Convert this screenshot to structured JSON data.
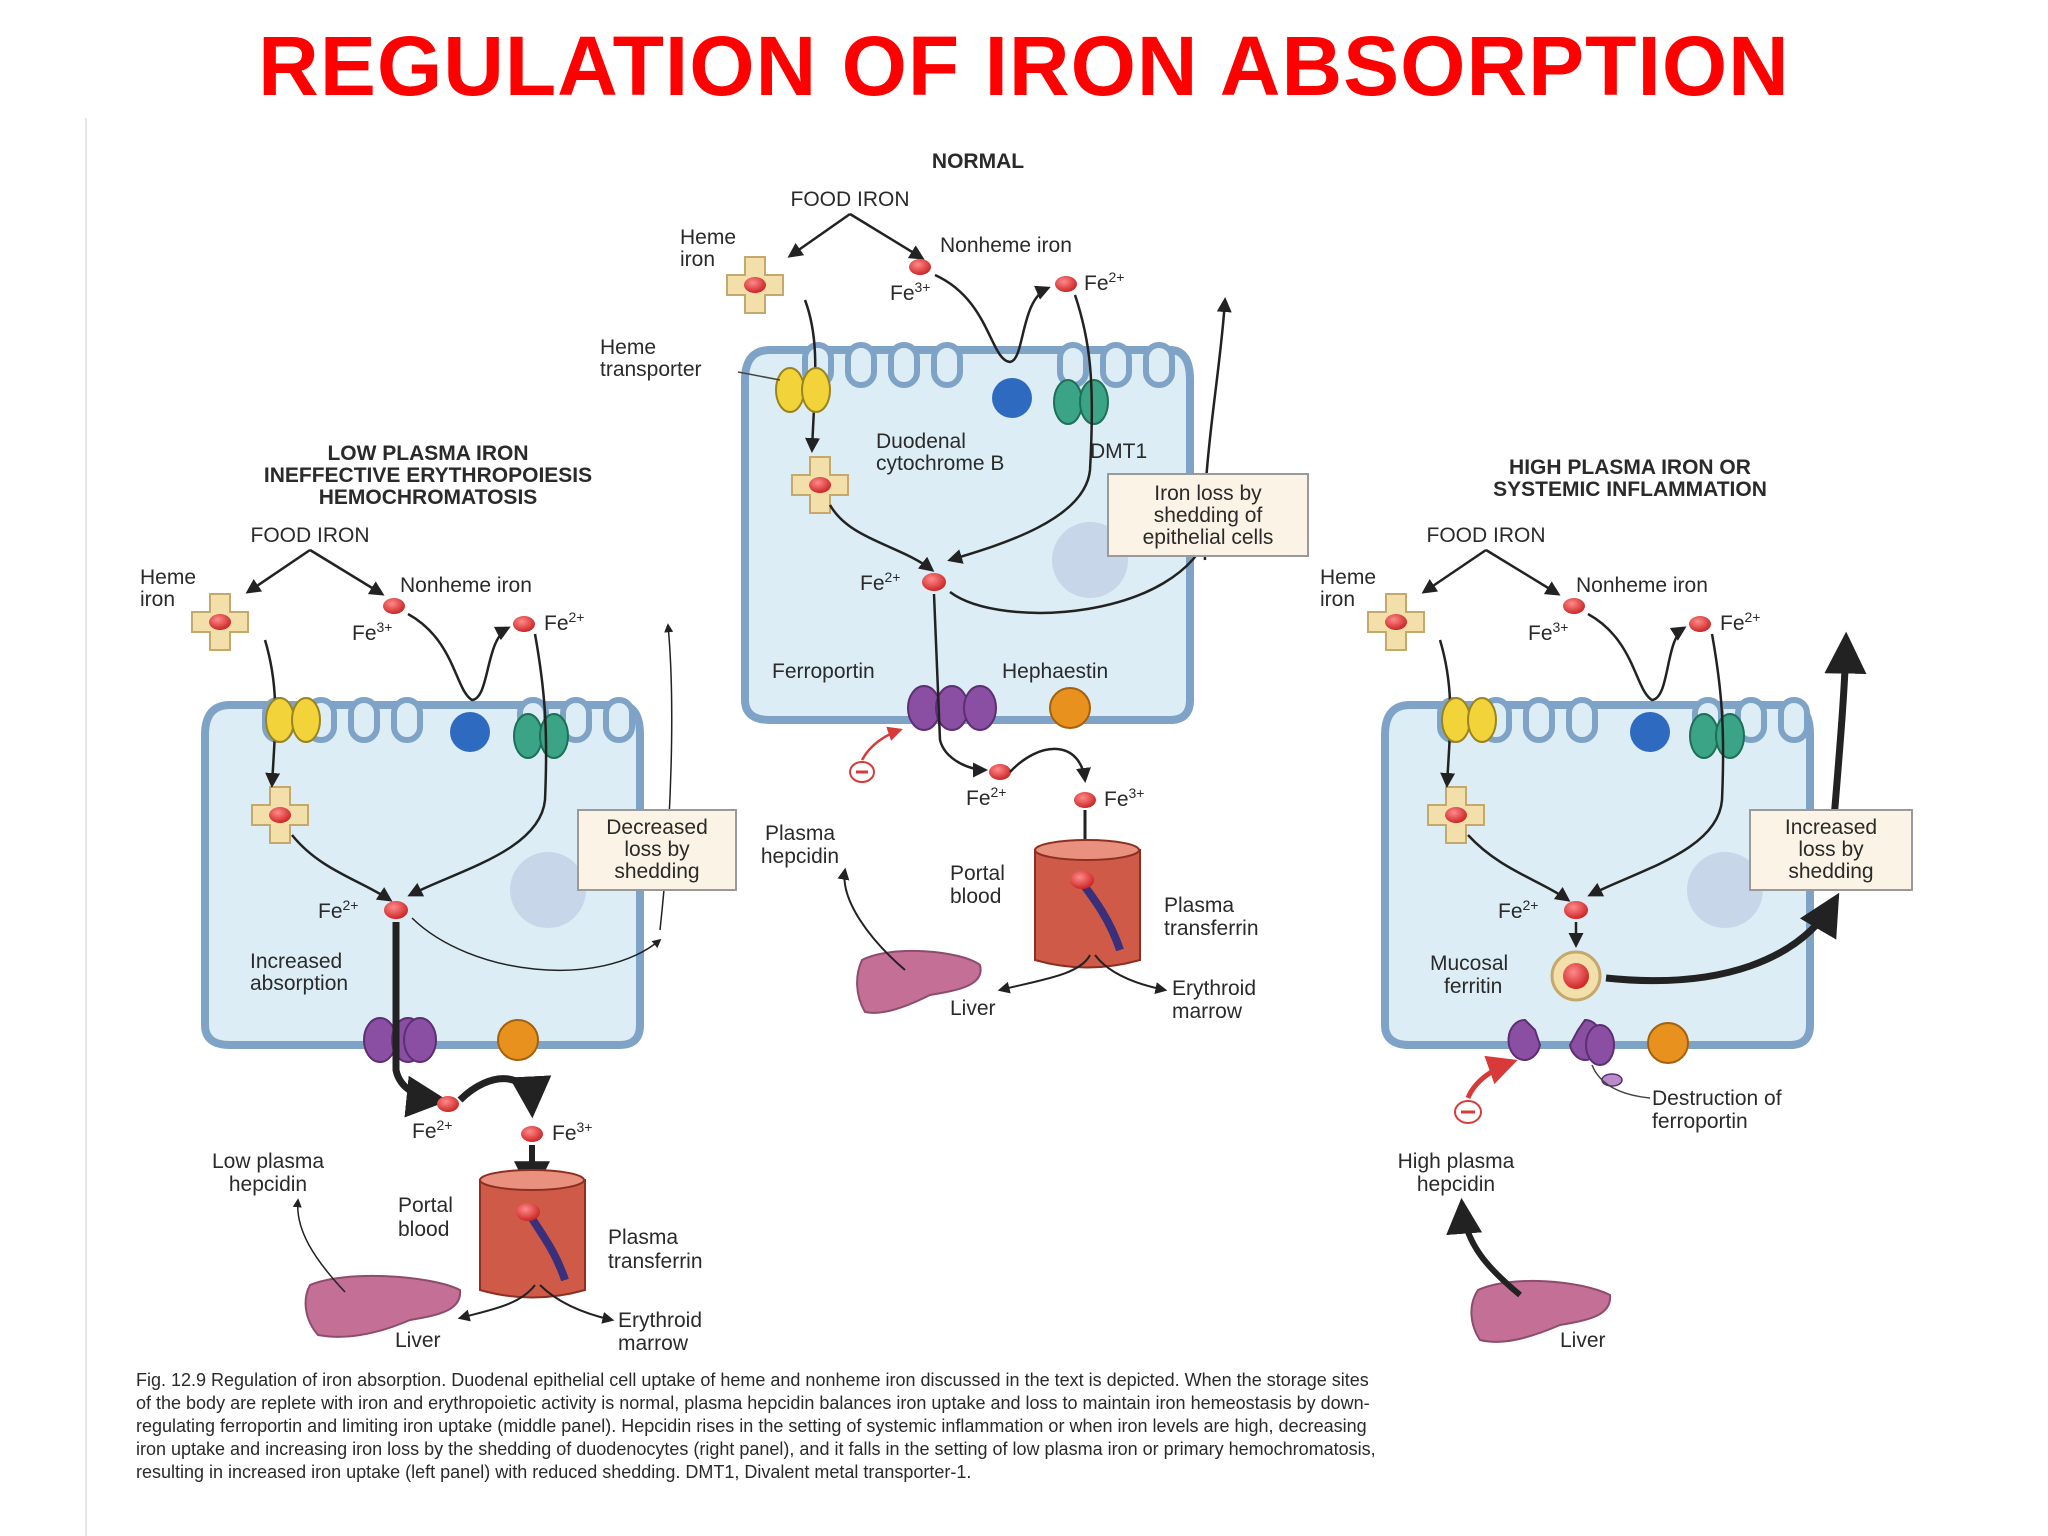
{
  "title": "REGULATION OF IRON ABSORPTION",
  "normal": {
    "heading": "NORMAL",
    "food_iron": "FOOD IRON",
    "heme_iron": [
      "Heme",
      "iron"
    ],
    "nonheme_iron": "Nonheme iron",
    "fe3": "Fe",
    "fe3_sup": "3+",
    "fe2": "Fe",
    "fe2_sup": "2+",
    "heme_transporter": [
      "Heme",
      "transporter"
    ],
    "duodenal_cytochrome": [
      "Duodenal",
      "cytochrome B"
    ],
    "dmt1": "DMT1",
    "iron_loss_box": [
      "Iron loss by",
      "shedding of",
      "epithelial cells"
    ],
    "ferroportin": "Ferroportin",
    "hephaestin": "Hephaestin",
    "plasma_hepcidin": [
      "Plasma",
      "hepcidin"
    ],
    "portal_blood": [
      "Portal",
      "blood"
    ],
    "plasma_transferrin": [
      "Plasma",
      "transferrin"
    ],
    "liver": "Liver",
    "erythroid_marrow": [
      "Erythroid",
      "marrow"
    ]
  },
  "low": {
    "heading": [
      "LOW PLASMA IRON",
      "INEFFECTIVE ERYTHROPOIESIS",
      "HEMOCHROMATOSIS"
    ],
    "food_iron": "FOOD IRON",
    "heme_iron": [
      "Heme",
      "iron"
    ],
    "nonheme_iron": "Nonheme iron",
    "shed_box": [
      "Decreased",
      "loss by",
      "shedding"
    ],
    "increased_absorption": [
      "Increased",
      "absorption"
    ],
    "low_hepcidin": [
      "Low plasma",
      "hepcidin"
    ],
    "portal_blood": [
      "Portal",
      "blood"
    ],
    "plasma_transferrin": [
      "Plasma",
      "transferrin"
    ],
    "liver": "Liver",
    "erythroid_marrow": [
      "Erythroid",
      "marrow"
    ]
  },
  "high": {
    "heading": [
      "HIGH PLASMA IRON OR",
      "SYSTEMIC INFLAMMATION"
    ],
    "food_iron": "FOOD IRON",
    "heme_iron": [
      "Heme",
      "iron"
    ],
    "nonheme_iron": "Nonheme iron",
    "shed_box": [
      "Increased",
      "loss by",
      "shedding"
    ],
    "mucosal_ferritin": [
      "Mucosal",
      "ferritin"
    ],
    "destruction": [
      "Destruction of",
      "ferroportin"
    ],
    "high_hepcidin": [
      "High plasma",
      "hepcidin"
    ],
    "liver": "Liver"
  },
  "caption": [
    "Fig. 12.9  Regulation of iron absorption. Duodenal epithelial cell uptake of heme and nonheme iron discussed in the text is depicted. When the storage sites",
    "of the body are replete with iron and erythropoietic activity is normal, plasma hepcidin balances iron uptake and loss to maintain iron hemeostasis by down-",
    "regulating ferroportin and limiting iron uptake (middle panel). Hepcidin rises in the setting of systemic inflammation or when iron levels are high, decreasing",
    "iron uptake and increasing iron loss by the shedding of duodenocytes (right panel), and it falls in the setting of low plasma iron or primary hemochromatosis,",
    "resulting in increased iron uptake (left panel) with reduced shedding. DMT1, Divalent metal transporter-1."
  ],
  "colors": {
    "title": "#ff0000",
    "cell_fill": "#dcedf5",
    "cell_border": "#7fa3c6",
    "iron_red": "#d42a2a",
    "heme_cross": "#f3dfaa",
    "transporter_yellow": "#f2d43a",
    "cytochrome_blue": "#2e6bc0",
    "dmt1_green": "#3ba386",
    "ferroportin_purple": "#8a4fa3",
    "hephaestin_orange": "#e8911f",
    "liver_pink": "#c46f95",
    "vessel_red": "#cf5a48"
  }
}
